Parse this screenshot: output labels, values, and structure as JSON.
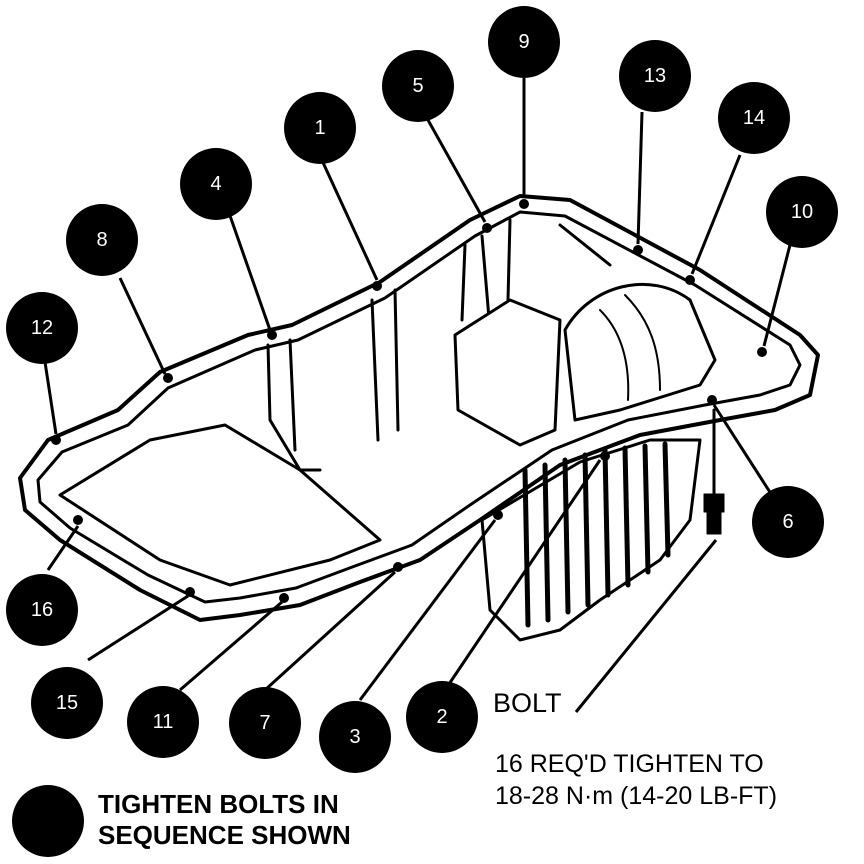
{
  "callouts": [
    {
      "num": "1"
    },
    {
      "num": "2"
    },
    {
      "num": "3"
    },
    {
      "num": "4"
    },
    {
      "num": "5"
    },
    {
      "num": "6"
    },
    {
      "num": "7"
    },
    {
      "num": "8"
    },
    {
      "num": "9"
    },
    {
      "num": "10"
    },
    {
      "num": "11"
    },
    {
      "num": "12"
    },
    {
      "num": "13"
    },
    {
      "num": "14"
    },
    {
      "num": "15"
    },
    {
      "num": "16"
    }
  ],
  "labels": {
    "bolt": "BOLT",
    "spec_line1": "16 REQ'D TIGHTEN TO",
    "spec_line2": "18-28 N·m (14-20 LB-FT)"
  },
  "legend": {
    "line1": "TIGHTEN BOLTS IN",
    "line2": "SEQUENCE SHOWN"
  },
  "colors": {
    "ink": "#000000",
    "paper": "#ffffff"
  }
}
